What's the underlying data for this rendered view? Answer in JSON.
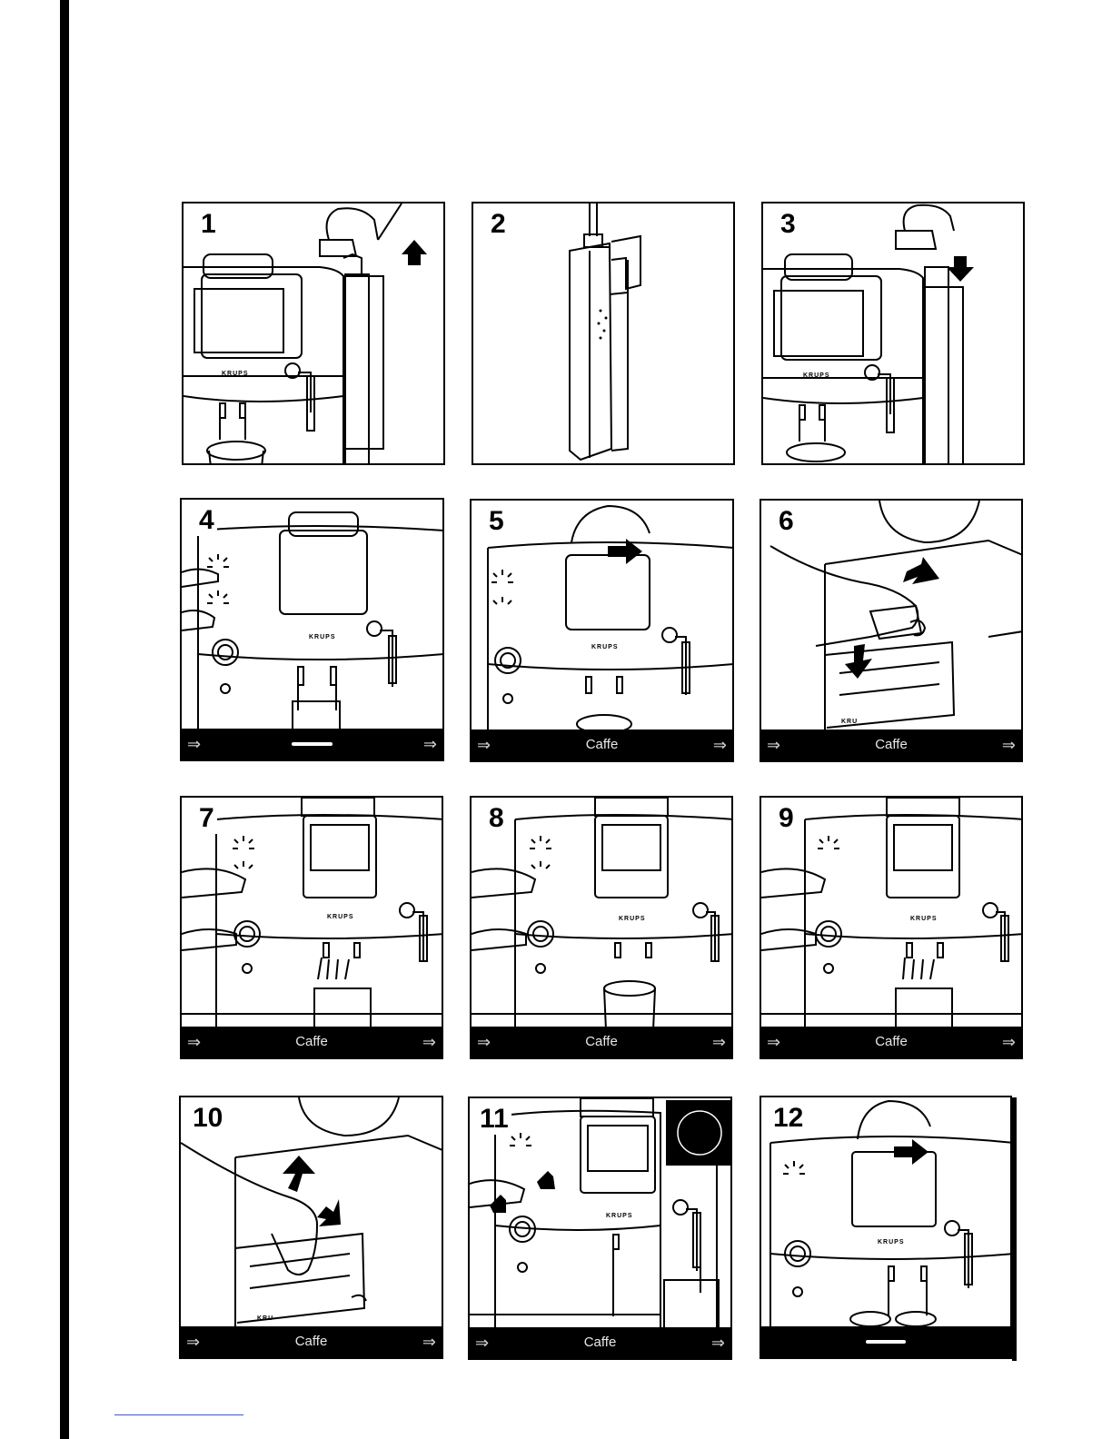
{
  "steps": [
    {
      "num": "1",
      "brand": "KRUPS",
      "strip": ""
    },
    {
      "num": "2",
      "brand": "",
      "strip": ""
    },
    {
      "num": "3",
      "brand": "KRUPS",
      "strip": ""
    },
    {
      "num": "4",
      "brand": "KRUPS",
      "strip": ""
    },
    {
      "num": "5",
      "brand": "KRUPS",
      "strip": "Caffe"
    },
    {
      "num": "6",
      "brand": "KRU",
      "strip": "Caffe"
    },
    {
      "num": "7",
      "brand": "KRUPS",
      "strip": "Caffe"
    },
    {
      "num": "8",
      "brand": "KRUPS",
      "strip": "Caffe"
    },
    {
      "num": "9",
      "brand": "KRUPS",
      "strip": "Caffe"
    },
    {
      "num": "10",
      "brand": "KRU",
      "strip": "Caffe"
    },
    {
      "num": "11",
      "brand": "KRUPS",
      "strip": "Caffe"
    },
    {
      "num": "12",
      "brand": "KRUPS",
      "strip": ""
    }
  ],
  "colors": {
    "ink": "#000000",
    "paper": "#ffffff",
    "rule": "#3a55d8"
  }
}
